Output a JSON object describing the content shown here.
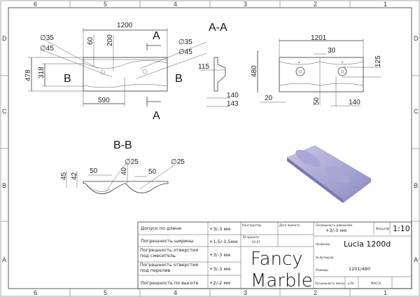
{
  "frame": {
    "columns": [
      "6",
      "5",
      "4",
      "3",
      "2",
      "1"
    ],
    "rows": [
      "D",
      "C",
      "B",
      "A"
    ]
  },
  "plan": {
    "width": "1200",
    "d1": "∅35",
    "d2": "∅45",
    "d3": "∅35",
    "d4": "∅45",
    "h60": "60",
    "h200": "200",
    "h478": "478",
    "h318": "318",
    "w590": "590",
    "sec_b": "B",
    "sec_a": "A"
  },
  "section_aa": {
    "title": "A-A",
    "d115": "115",
    "d140": "140",
    "d143": "143"
  },
  "top_view": {
    "w1201": "1201",
    "d30": "30",
    "h480": "480",
    "d125": "125",
    "d20": "20",
    "d50": "50",
    "d140": "140"
  },
  "section_bb": {
    "title": "B-B",
    "d45": "45",
    "d42": "42",
    "d50a": "50",
    "d40": "40",
    "d50b": "50",
    "dia1": "∅25",
    "dia2": "∅25"
  },
  "title_block": {
    "tolerances": [
      {
        "label": "Допуск по длине",
        "value": "+3/-3 мм"
      },
      {
        "label": "Погрешность ширины",
        "value": "+1,5/-1,5мм"
      },
      {
        "label": "Погрешность отверстия под смеситель",
        "value": "+3/-3 мм"
      },
      {
        "label": "Погрешность отверстия под перелив",
        "value": "+3/-3 мм"
      },
      {
        "label": "Погрешность по высоте",
        "value": "+2/-2 мм"
      }
    ],
    "designer_label": "Конструктор",
    "date_label": "Дата проекта",
    "project_id_label": "ID проекта",
    "project_id": "02.47",
    "logo_line1": "Fancy",
    "logo_line2": "Marble",
    "length_tol_label": "Погрешность длины(мм)",
    "length_tol": "+3/-3 мм",
    "scale_label": "Масштаб",
    "scale": "1:10",
    "name_label": "Название",
    "name": "Lucia 1200d",
    "article_label": "№ Артикула",
    "size_label": "Размеры",
    "size": "1201/480",
    "mass_tol_label": "Погрешность массы",
    "mass_tol": "±3%",
    "mass_label": "МАССА"
  }
}
